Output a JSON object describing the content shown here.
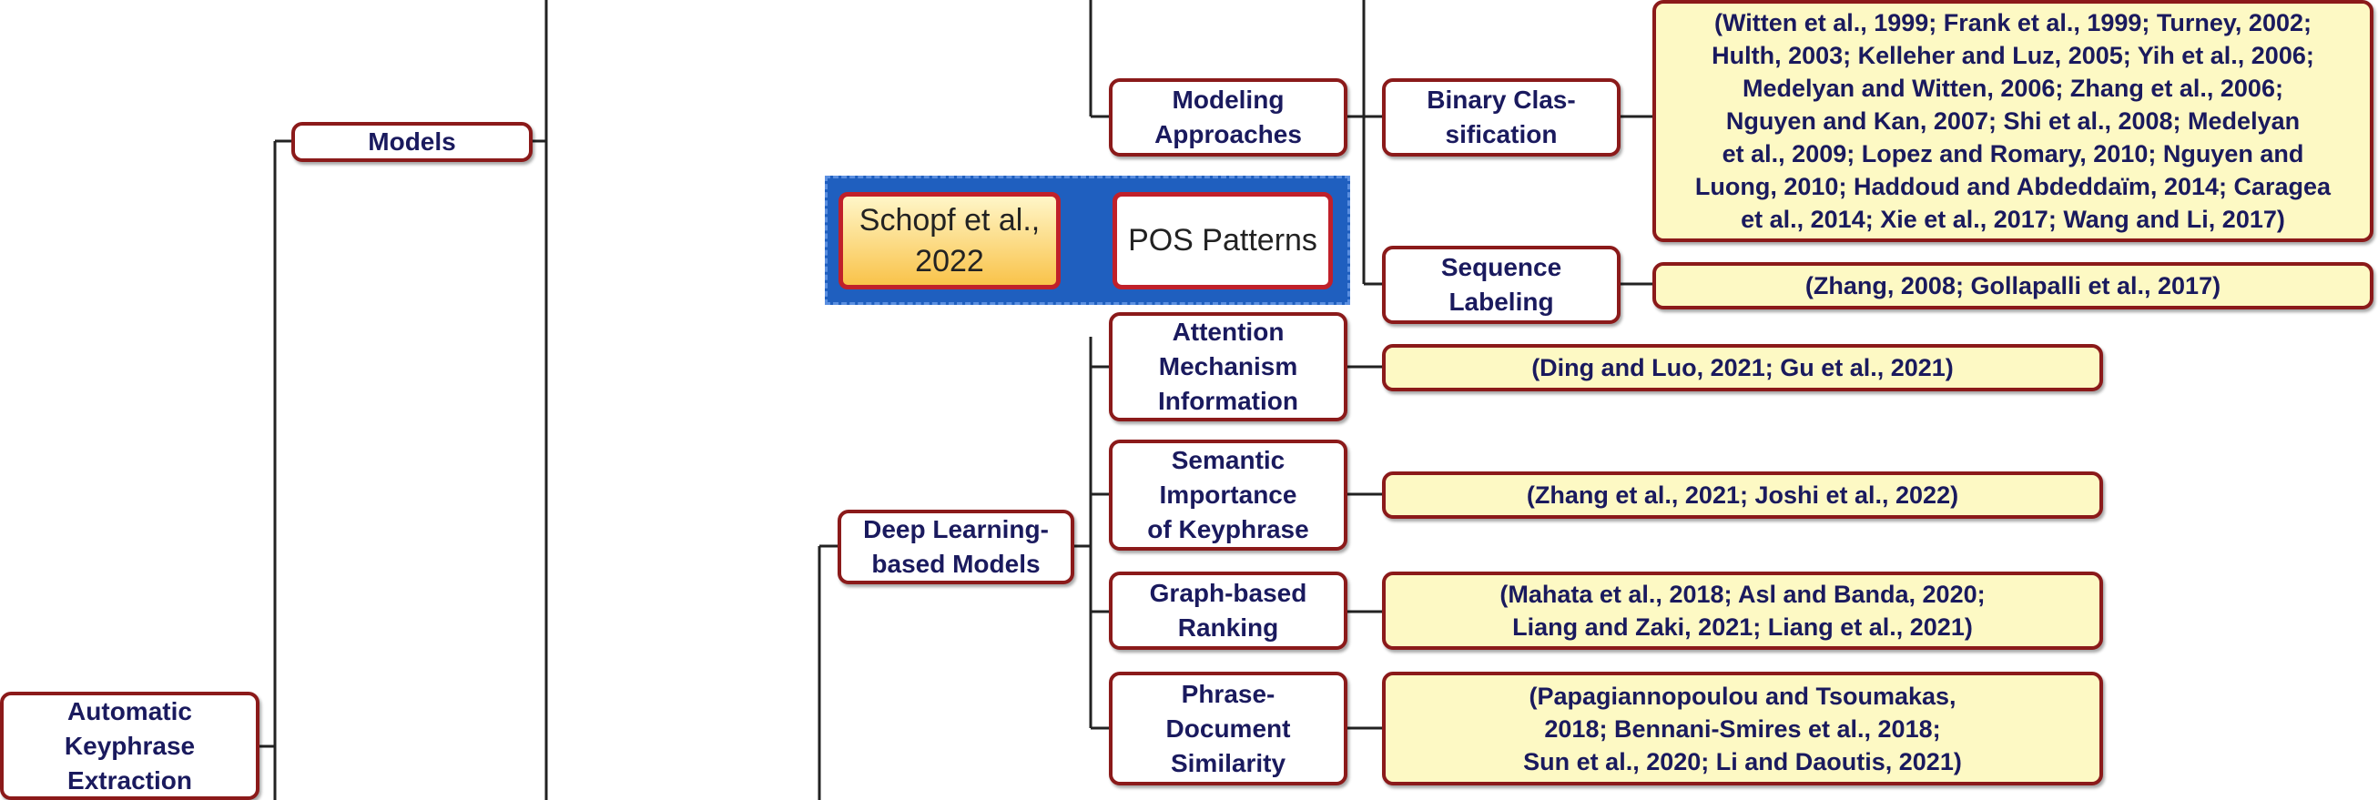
{
  "nodes": {
    "root": "Automatic\nKeyphrase\nExtraction",
    "models": "Models",
    "deep_learning": "Deep Learning-\nbased Models",
    "modeling_approaches": "Modeling\nApproaches",
    "binary_classification": "Binary Clas-\nsification",
    "sequence_labeling": "Sequence\nLabeling",
    "attention": "Attention\nMechanism\nInformation",
    "semantic": "Semantic\nImportance\nof Keyphrase",
    "graph_ranking": "Graph-based\nRanking",
    "phrase_doc": "Phrase-\nDocument\nSimilarity"
  },
  "refs": {
    "binary_classification": "(Witten et al., 1999; Frank et al., 1999; Turney, 2002;\nHulth, 2003; Kelleher and Luz, 2005; Yih et al., 2006;\nMedelyan and Witten, 2006; Zhang et al., 2006;\nNguyen and Kan, 2007; Shi et al., 2008; Medelyan\net al., 2009; Lopez and Romary, 2010; Nguyen and\nLuong, 2010; Haddoud and Abdeddaïm, 2014; Caragea\net al., 2014; Xie et al., 2017; Wang and Li, 2017)",
    "sequence_labeling": "(Zhang, 2008; Gollapalli et al., 2017)",
    "attention": "(Ding and Luo, 2021; Gu et al., 2021)",
    "semantic": "(Zhang et al., 2021; Joshi et al., 2022)",
    "graph_ranking": "(Mahata et al., 2018; Asl and Banda, 2020;\nLiang and Zaki, 2021; Liang et al., 2021)",
    "phrase_doc": "(Papagiannopoulou and Tsoumakas,\n2018; Bennani-Smires et al., 2018;\nSun et al., 2020; Li and Daoutis, 2021)"
  },
  "highlight": {
    "citation": "Schopf et al.,\n2022",
    "label": "POS Patterns"
  },
  "colors": {
    "border": "#8b1a1a",
    "text": "#1a1a5e",
    "ref_fill": "#fdf9c4",
    "highlight_bg": "#1f5fbf",
    "highlight_border": "#c0202a"
  }
}
